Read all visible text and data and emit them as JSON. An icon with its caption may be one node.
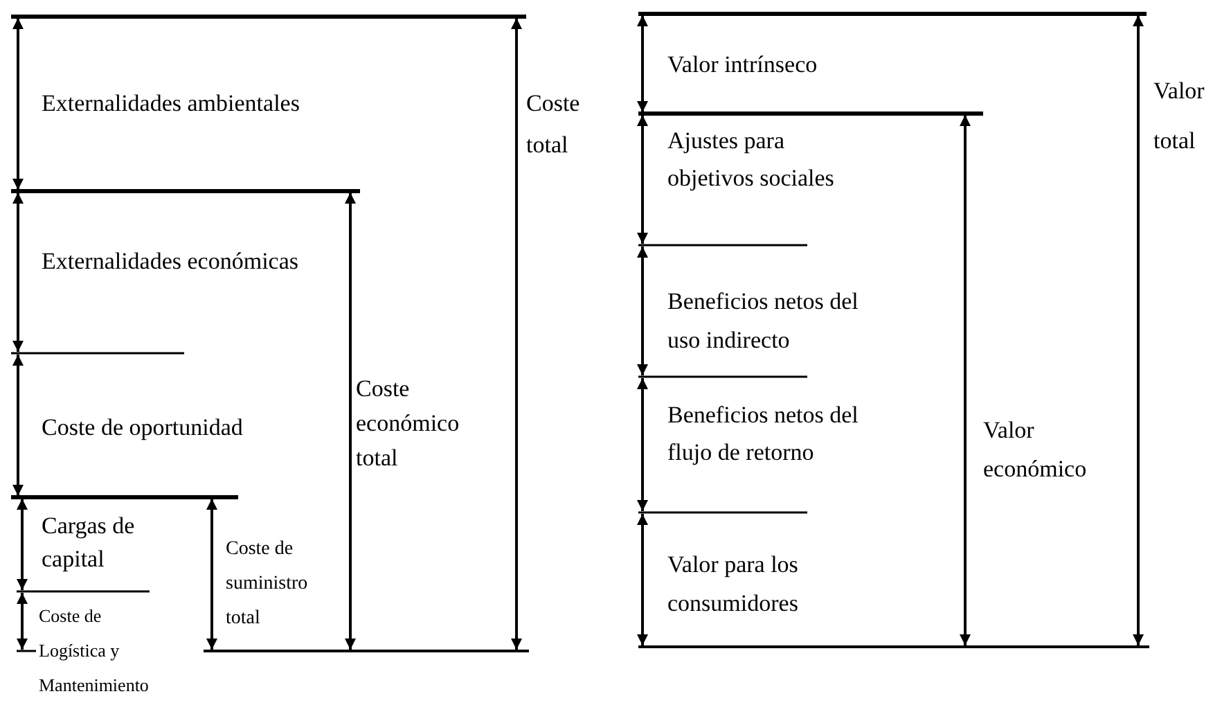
{
  "diagram": {
    "labels": [
      "Externalidades ambientales",
      "Coste total",
      "Externalidades económicas",
      "Coste económico total",
      "Coste de oportunidad",
      "Cargas de capital",
      "Coste de suministro total",
      "Coste de Logística y Mantenimiento",
      "Valor intrínseco",
      "Valor total",
      "Ajustes para objetivos sociales",
      "Beneficios netos del uso indirecto",
      "Valor económico",
      "Beneficios netos del flujo de retorno",
      "Valor para los consumidores"
    ]
  }
}
